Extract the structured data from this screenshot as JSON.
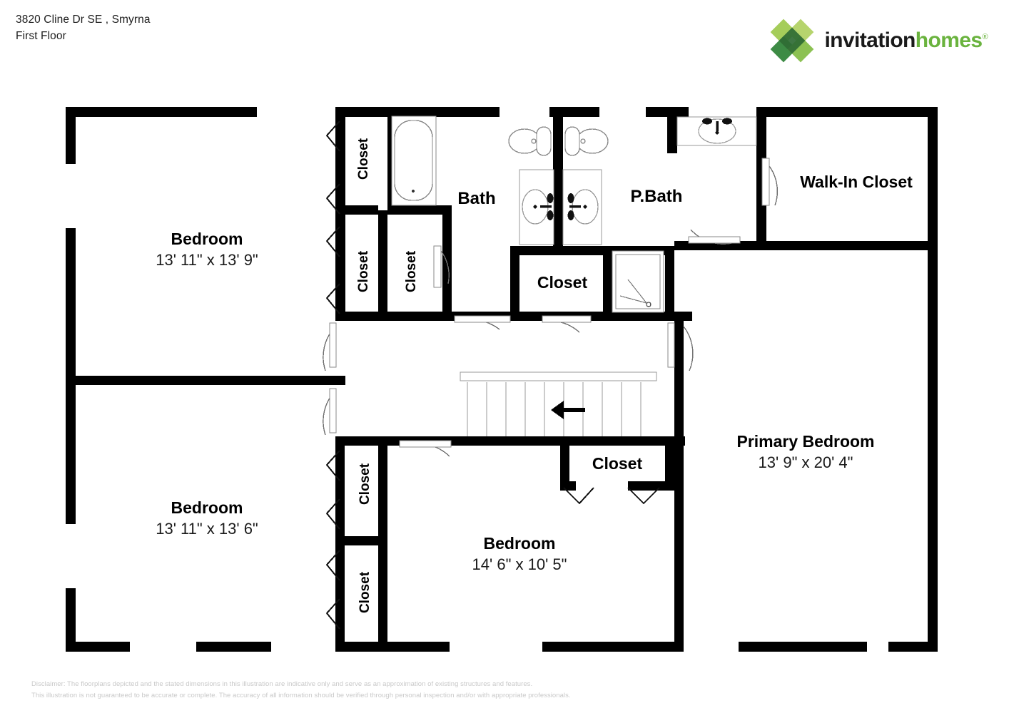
{
  "header": {
    "address": "3820 Cline Dr SE , Smyrna",
    "floor": "First Floor",
    "logo": {
      "word1": "invitation",
      "word2": "homes",
      "trademark": "®",
      "mark_name": "invitation-homes-diamond-logo",
      "colors": {
        "light_green": "#a5cd5a",
        "mid_green": "#7cb342",
        "dark_green": "#3d8b45",
        "deep_green": "#2f6b34",
        "text_black": "#1a1a1a",
        "text_green": "#6ab33e"
      }
    }
  },
  "plan": {
    "wall_color": "#000000",
    "fill_color": "#ffffff",
    "fixture_stroke": "#555555",
    "rooms": [
      {
        "id": "bedroom-1",
        "name": "Bedroom",
        "dimensions": "13' 11\" x 13' 9\""
      },
      {
        "id": "bedroom-2",
        "name": "Bedroom",
        "dimensions": "13' 11\" x 13' 6\""
      },
      {
        "id": "bedroom-3",
        "name": "Bedroom",
        "dimensions": "14' 6\" x 10' 5\""
      },
      {
        "id": "primary-bedroom",
        "name": "Primary Bedroom",
        "dimensions": "13' 9\" x 20' 4\""
      },
      {
        "id": "bath",
        "name": "Bath",
        "dimensions": ""
      },
      {
        "id": "p-bath",
        "name": "P.Bath",
        "dimensions": ""
      },
      {
        "id": "walk-in-closet",
        "name": "Walk-In Closet",
        "dimensions": ""
      },
      {
        "id": "closet-hall-upper",
        "name": "Closet",
        "dimensions": ""
      },
      {
        "id": "closet-hall-lower",
        "name": "Closet",
        "dimensions": ""
      },
      {
        "id": "closet-bed1-a",
        "name": "Closet",
        "dimensions": ""
      },
      {
        "id": "closet-bed1-b",
        "name": "Closet",
        "dimensions": ""
      },
      {
        "id": "closet-bath",
        "name": "Closet",
        "dimensions": ""
      },
      {
        "id": "closet-bed2-a",
        "name": "Closet",
        "dimensions": ""
      },
      {
        "id": "closet-bed2-b",
        "name": "Closet",
        "dimensions": ""
      }
    ],
    "fixtures": [
      {
        "name": "bathtub",
        "room": "bath"
      },
      {
        "name": "toilet-left",
        "room": "bath"
      },
      {
        "name": "toilet-right",
        "room": "p-bath"
      },
      {
        "name": "sink-left",
        "room": "bath"
      },
      {
        "name": "sink-right",
        "room": "p-bath"
      },
      {
        "name": "sink-vanity",
        "room": "p-bath"
      },
      {
        "name": "shower-stall",
        "room": "p-bath"
      },
      {
        "name": "staircase",
        "room": "hallway"
      }
    ],
    "stairs": {
      "tread_count": 10,
      "direction_arrow": "left"
    }
  },
  "disclaimer": {
    "line1": "Disclaimer: The floorplans depicted and the stated dimensions in this illustration are indicative only and serve as an approximation of existing structures and features.",
    "line2": "This illustration is not guaranteed to be accurate or complete. The accuracy of all information should be verified through personal inspection and/or with appropriate professionals."
  }
}
